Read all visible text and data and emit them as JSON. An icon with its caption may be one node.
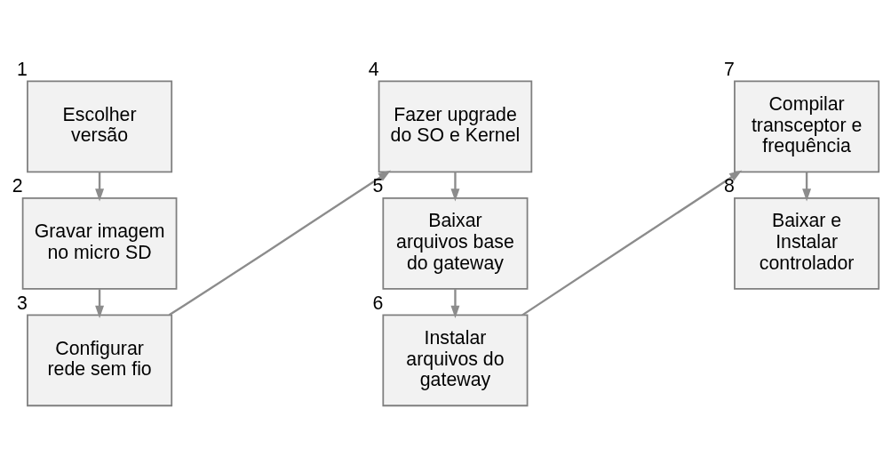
{
  "diagram": {
    "nodes": [
      {
        "text": [
          "Escolher versão"
        ],
        "beside": [
          "1"
        ]
      },
      {
        "text": [
          "Gravar imagem no micro SD"
        ],
        "beside": [
          "2"
        ]
      },
      {
        "text": [
          "Configurar rede sem fio"
        ],
        "beside": [
          "3"
        ]
      },
      {
        "text": [
          "Fazer upgrade do SO e Kernel"
        ],
        "beside": [
          "4"
        ]
      },
      {
        "text": [
          "Baixar arquivos base do gateway"
        ],
        "beside": [
          "5"
        ]
      },
      {
        "text": [
          "Instalar arquivos do gateway"
        ],
        "beside": [
          "6"
        ]
      },
      {
        "text": [
          "Compilar transceptor e frequência"
        ],
        "beside": [
          "7"
        ]
      },
      {
        "text": [
          "Baixar e Instalar controlador"
        ],
        "beside": [
          "8"
        ]
      }
    ],
    "edges": [
      {
        "from": 0,
        "to": 1,
        "arrow": "to"
      },
      {
        "from": 1,
        "to": 2,
        "arrow": "to"
      },
      {
        "from": 2,
        "to": 3,
        "arrow": "to"
      },
      {
        "from": 3,
        "to": 4,
        "arrow": "to"
      },
      {
        "from": 4,
        "to": 5,
        "arrow": "to"
      },
      {
        "from": 5,
        "to": 6,
        "arrow": "to"
      },
      {
        "from": 6,
        "to": 7,
        "arrow": "to"
      }
    ]
  }
}
